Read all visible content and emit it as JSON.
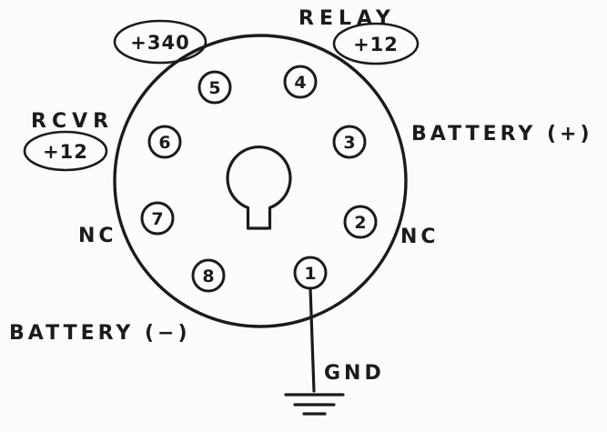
{
  "diagram": {
    "type": "schematic-pinout",
    "subject": "8-pin octal socket wiring diagram",
    "pins": {
      "p1": "1",
      "p2": "2",
      "p3": "3",
      "p4": "4",
      "p5": "5",
      "p6": "6",
      "p7": "7",
      "p8": "8"
    },
    "labels": {
      "relay": "RELAY",
      "relay_voltage": "+12",
      "plate_voltage": "+340",
      "rcvr": "RCVR",
      "rcvr_voltage": "+12",
      "battery_plus": "BATTERY (+)",
      "nc_right": "NC",
      "nc_left": "NC",
      "battery_minus": "BATTERY (−)",
      "ground": "GND"
    },
    "pin_assignments": {
      "1": "GND",
      "2": "NC",
      "3": "BATTERY (+)",
      "4": "RELAY +12",
      "5": "+340",
      "6": "RCVR +12",
      "7": "NC",
      "8": "BATTERY (−)"
    }
  }
}
